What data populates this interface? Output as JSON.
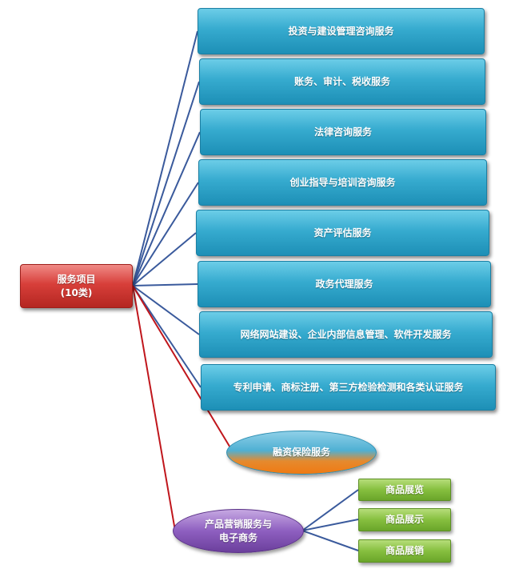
{
  "colors": {
    "blue_line": "#3a5a9c",
    "red_line": "#c0161c"
  },
  "root": {
    "title": "服务项目",
    "subtitle": "(10类)"
  },
  "services": [
    "投资与建设管理咨询服务",
    "账务、审计、税收服务",
    "法律咨询服务",
    "创业指导与培训咨询服务",
    "资产评估服务",
    "政务代理服务",
    "网络网站建设、企业内部信息管理、软件开发服务",
    "专利申请、商标注册、第三方检验检测和各类认证服务"
  ],
  "finance": {
    "label": "融资保险服务"
  },
  "marketing": {
    "line1": "产品营销服务与",
    "line2": "电子商务"
  },
  "products": [
    "商品展览",
    "商品展示",
    "商品展销"
  ]
}
